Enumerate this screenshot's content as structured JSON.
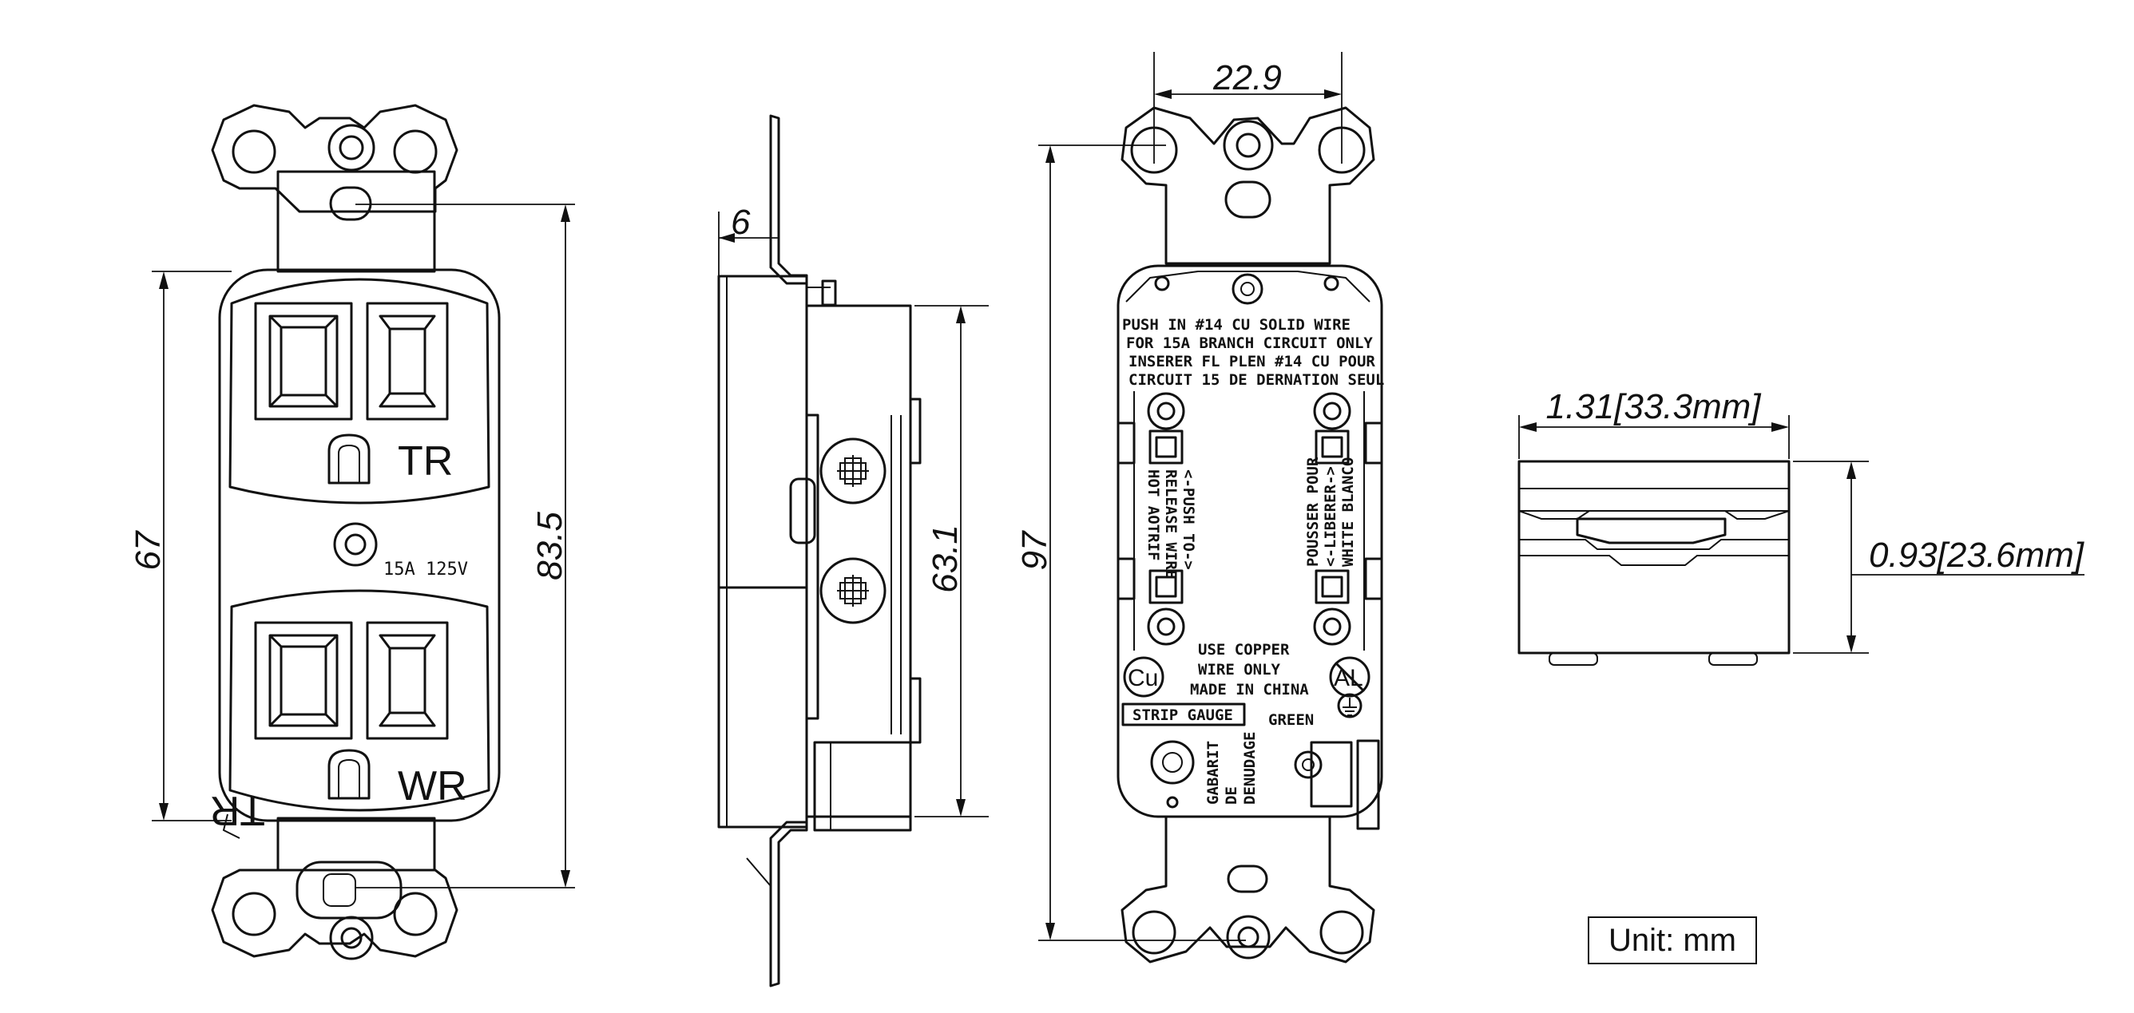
{
  "dimensions": {
    "front_inner_height": "67",
    "front_total_height": "83.5",
    "side_offset": "6",
    "side_body_height": "63.1",
    "back_width": "22.9",
    "back_total_height": "97",
    "top_width": "1.31[33.3mm]",
    "top_height": "0.93[23.6mm]"
  },
  "front_markings": {
    "tr_upper": "TR",
    "tr_lower": "TR",
    "wr": "WR",
    "rating": "15A  125V"
  },
  "back_label": {
    "lines_top": [
      "PUSH IN #14    CU SOLID WIRE",
      "FOR 15A BRANCH CIRCUIT ONLY",
      "INSERER FL PLEN #14 CU POUR",
      "CIRCUIT 15 DE DERNATION SEUL"
    ],
    "left_vertical": [
      "<-PUSH TO->",
      "RELEASE WIRE",
      "HOT  AOTRIF"
    ],
    "right_vertical": [
      "POUSSER POUR",
      "<-LIBERER->",
      "WHITE BLANCO"
    ],
    "middle": [
      "USE COPPER",
      "WIRE ONLY",
      "MADE IN CHINA"
    ],
    "cu_symbol": "Cu",
    "al_symbol": "AL",
    "strip_gauge": "STRIP GAUGE",
    "green": "GREEN",
    "gabarit": [
      "GABARIT",
      "DE",
      "DENUDAGE"
    ]
  },
  "unit_label": "Unit: mm"
}
